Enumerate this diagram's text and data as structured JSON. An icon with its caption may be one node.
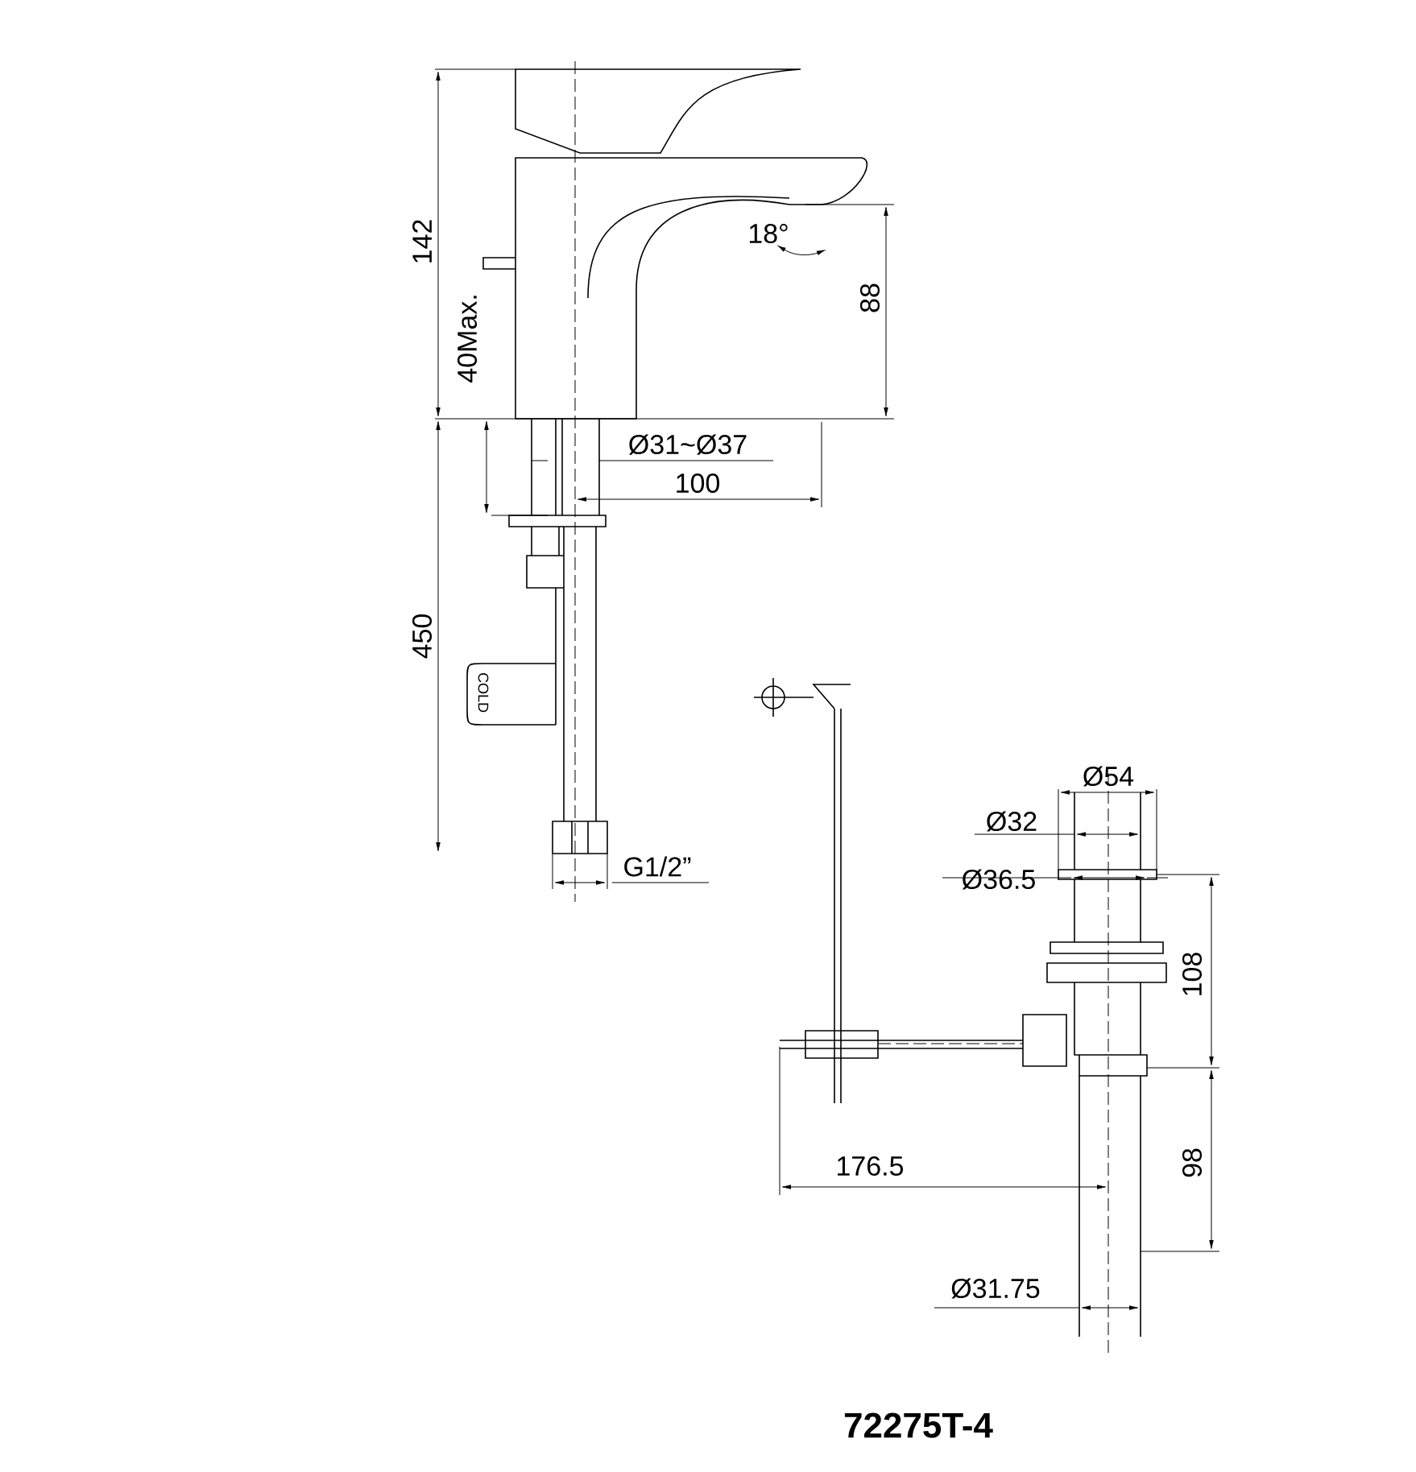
{
  "diagram": {
    "title": "72275T-4",
    "labels": [
      "142",
      "18°",
      "88",
      "40Max.",
      "Ø31~Ø37",
      "100",
      "450",
      "COLD",
      "G1/2”",
      "Ø54",
      "Ø32",
      "Ø36.5",
      "108",
      "176.5",
      "98",
      "Ø31.75"
    ]
  }
}
